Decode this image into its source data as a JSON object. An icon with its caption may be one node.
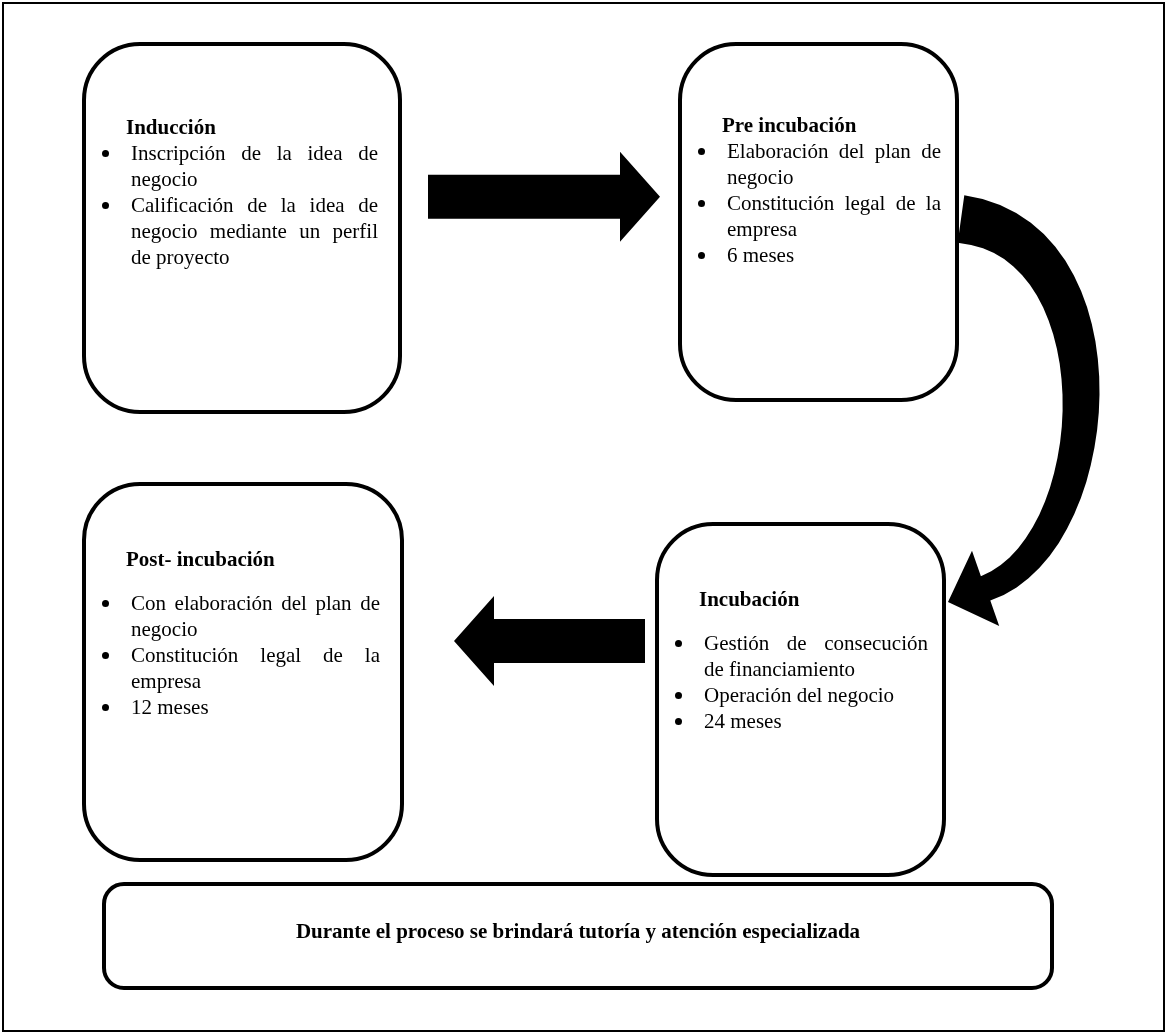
{
  "diagram": {
    "nodes": [
      {
        "text": [
          "Inducción",
          "Inscripción de la idea de negocio",
          "Calificación de la idea de negocio mediante un perfil de proyecto"
        ]
      },
      {
        "text": [
          "Pre incubación",
          "Elaboración del plan de negocio",
          "Constitución legal de la empresa",
          "6 meses"
        ]
      },
      {
        "text": [
          "Incubación",
          "Gestión de consecución de financiamiento",
          "Operación del negocio",
          "24 meses"
        ]
      },
      {
        "text": [
          "Post- incubación",
          "Con elaboración del plan de negocio",
          "Constitución legal de la empresa",
          "12 meses"
        ]
      },
      {
        "text": [
          "Durante el proceso se brindará tutoría y atención especializada"
        ]
      }
    ],
    "edges": [
      {
        "from": 0,
        "to": 1,
        "arrow": "to",
        "style": "thick"
      },
      {
        "from": 1,
        "to": 2,
        "arrow": "to",
        "style": "thick"
      },
      {
        "from": 2,
        "to": 3,
        "arrow": "to",
        "style": "thick"
      }
    ]
  }
}
